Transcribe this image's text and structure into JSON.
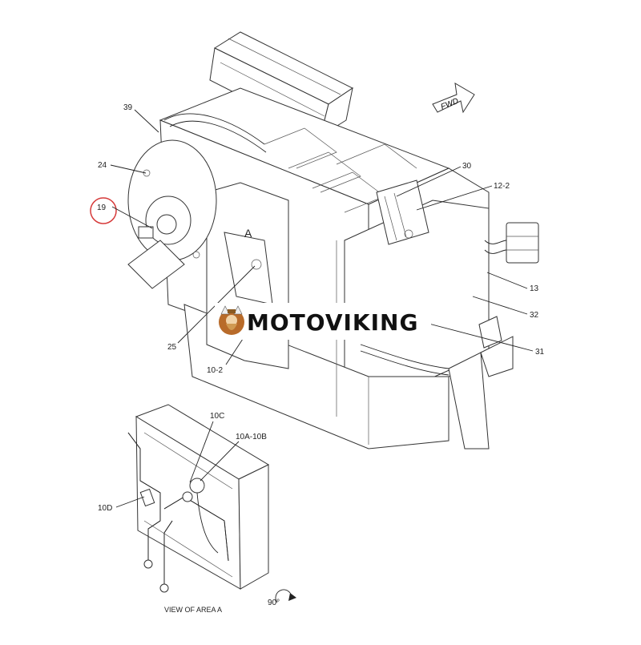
{
  "labels": {
    "l39": "39",
    "l24": "24",
    "l19": "19",
    "lA": "A",
    "l30": "30",
    "l12_2": "12-2",
    "l13": "13",
    "l32": "32",
    "l31": "31",
    "l25": "25",
    "l10_2": "10-2",
    "l10C": "10C",
    "l10A_10B": "10A-10B",
    "l10D": "10D",
    "l90": "90°"
  },
  "fwd": "FWD",
  "view_caption": "VIEW OF AREA  A",
  "watermark": "MOTOVIKING",
  "highlight_color": "#d63a3a"
}
